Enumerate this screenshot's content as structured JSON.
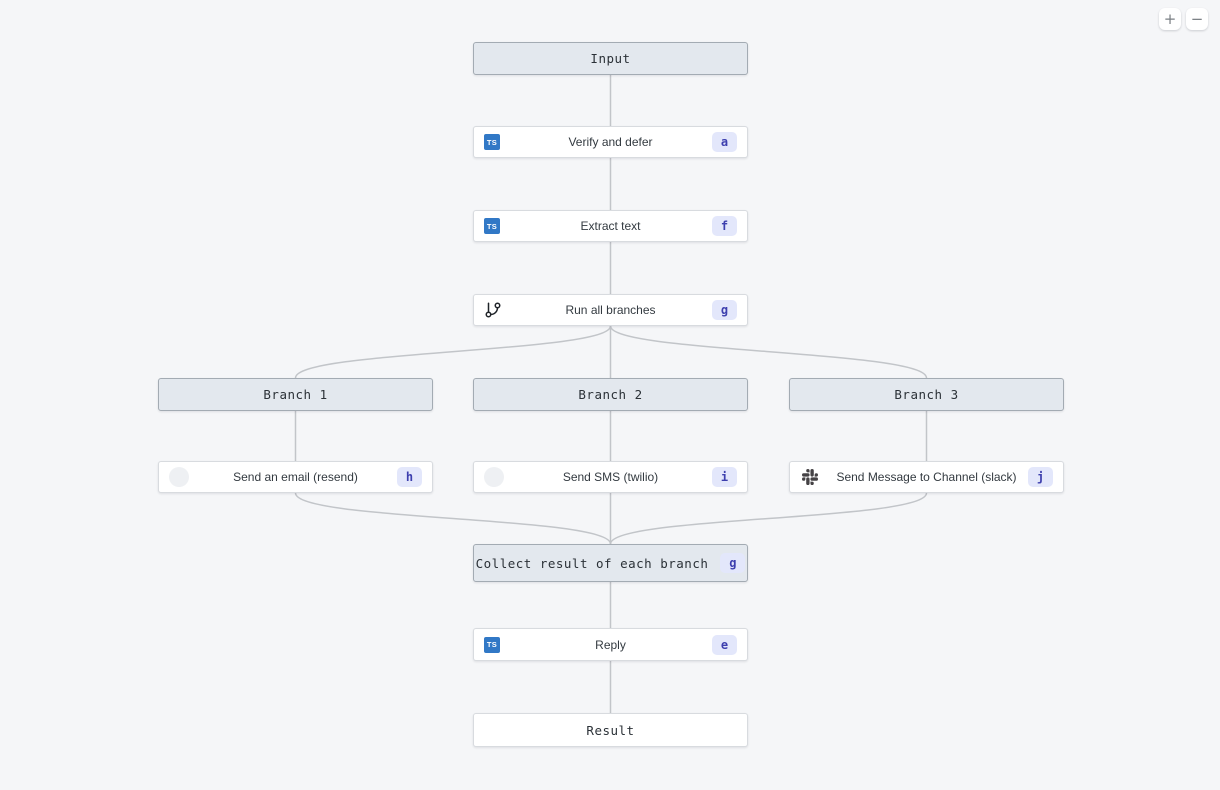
{
  "page": {
    "background": "#f5f6f8"
  },
  "controls": {
    "zoom_in_label": "+",
    "zoom_out_label": "−"
  },
  "icons": {
    "typescript": "TS",
    "git_branch": "git-branch-icon",
    "slack": "slack-icon",
    "resend": "resend-logo-placeholder",
    "twilio": "twilio-logo-placeholder"
  },
  "colors": {
    "header_node_fill": "#e3e8ee",
    "header_node_border": "#a3abb3",
    "task_node_fill": "#ffffff",
    "task_node_border": "#d8dbdf",
    "badge_fill": "#e3e7fb",
    "badge_text": "#3d3fae",
    "typescript_blue": "#3178c6",
    "slack_gray": "#454245",
    "edge": "#c2c5c9"
  },
  "flow": {
    "nodes": [
      {
        "id": "input",
        "type": "header",
        "label": "Input"
      },
      {
        "id": "verify-and-defer",
        "type": "task",
        "icon": "typescript",
        "label": "Verify and defer",
        "badge": "a"
      },
      {
        "id": "extract-text",
        "type": "task",
        "icon": "typescript",
        "label": "Extract text",
        "badge": "f"
      },
      {
        "id": "run-all-branches",
        "type": "task",
        "icon": "git-branch",
        "label": "Run all branches",
        "badge": "g"
      },
      {
        "id": "branch-1",
        "type": "header",
        "label": "Branch 1"
      },
      {
        "id": "branch-2",
        "type": "header",
        "label": "Branch 2"
      },
      {
        "id": "branch-3",
        "type": "header",
        "label": "Branch 3"
      },
      {
        "id": "send-an-email-resend",
        "type": "task",
        "icon": "resend",
        "label": "Send an email (resend)",
        "badge": "h"
      },
      {
        "id": "send-sms-twilio",
        "type": "task",
        "icon": "twilio",
        "label": "Send SMS (twilio)",
        "badge": "i"
      },
      {
        "id": "send-message-to-channel-slack",
        "type": "task",
        "icon": "slack",
        "label": "Send Message to Channel (slack)",
        "badge": "j"
      },
      {
        "id": "collect-result-of-each-branch",
        "type": "header",
        "label": "Collect result of each branch",
        "badge": "g"
      },
      {
        "id": "reply",
        "type": "task",
        "icon": "typescript",
        "label": "Reply",
        "badge": "e"
      },
      {
        "id": "result",
        "type": "result",
        "label": "Result"
      }
    ],
    "edges": [
      {
        "from": "input",
        "to": "verify-and-defer"
      },
      {
        "from": "verify-and-defer",
        "to": "extract-text"
      },
      {
        "from": "extract-text",
        "to": "run-all-branches"
      },
      {
        "from": "run-all-branches",
        "to": "branch-1"
      },
      {
        "from": "run-all-branches",
        "to": "branch-2"
      },
      {
        "from": "run-all-branches",
        "to": "branch-3"
      },
      {
        "from": "branch-1",
        "to": "send-an-email-resend"
      },
      {
        "from": "branch-2",
        "to": "send-sms-twilio"
      },
      {
        "from": "branch-3",
        "to": "send-message-to-channel-slack"
      },
      {
        "from": "send-an-email-resend",
        "to": "collect-result-of-each-branch"
      },
      {
        "from": "send-sms-twilio",
        "to": "collect-result-of-each-branch"
      },
      {
        "from": "send-message-to-channel-slack",
        "to": "collect-result-of-each-branch"
      },
      {
        "from": "collect-result-of-each-branch",
        "to": "reply"
      },
      {
        "from": "reply",
        "to": "result"
      }
    ]
  }
}
